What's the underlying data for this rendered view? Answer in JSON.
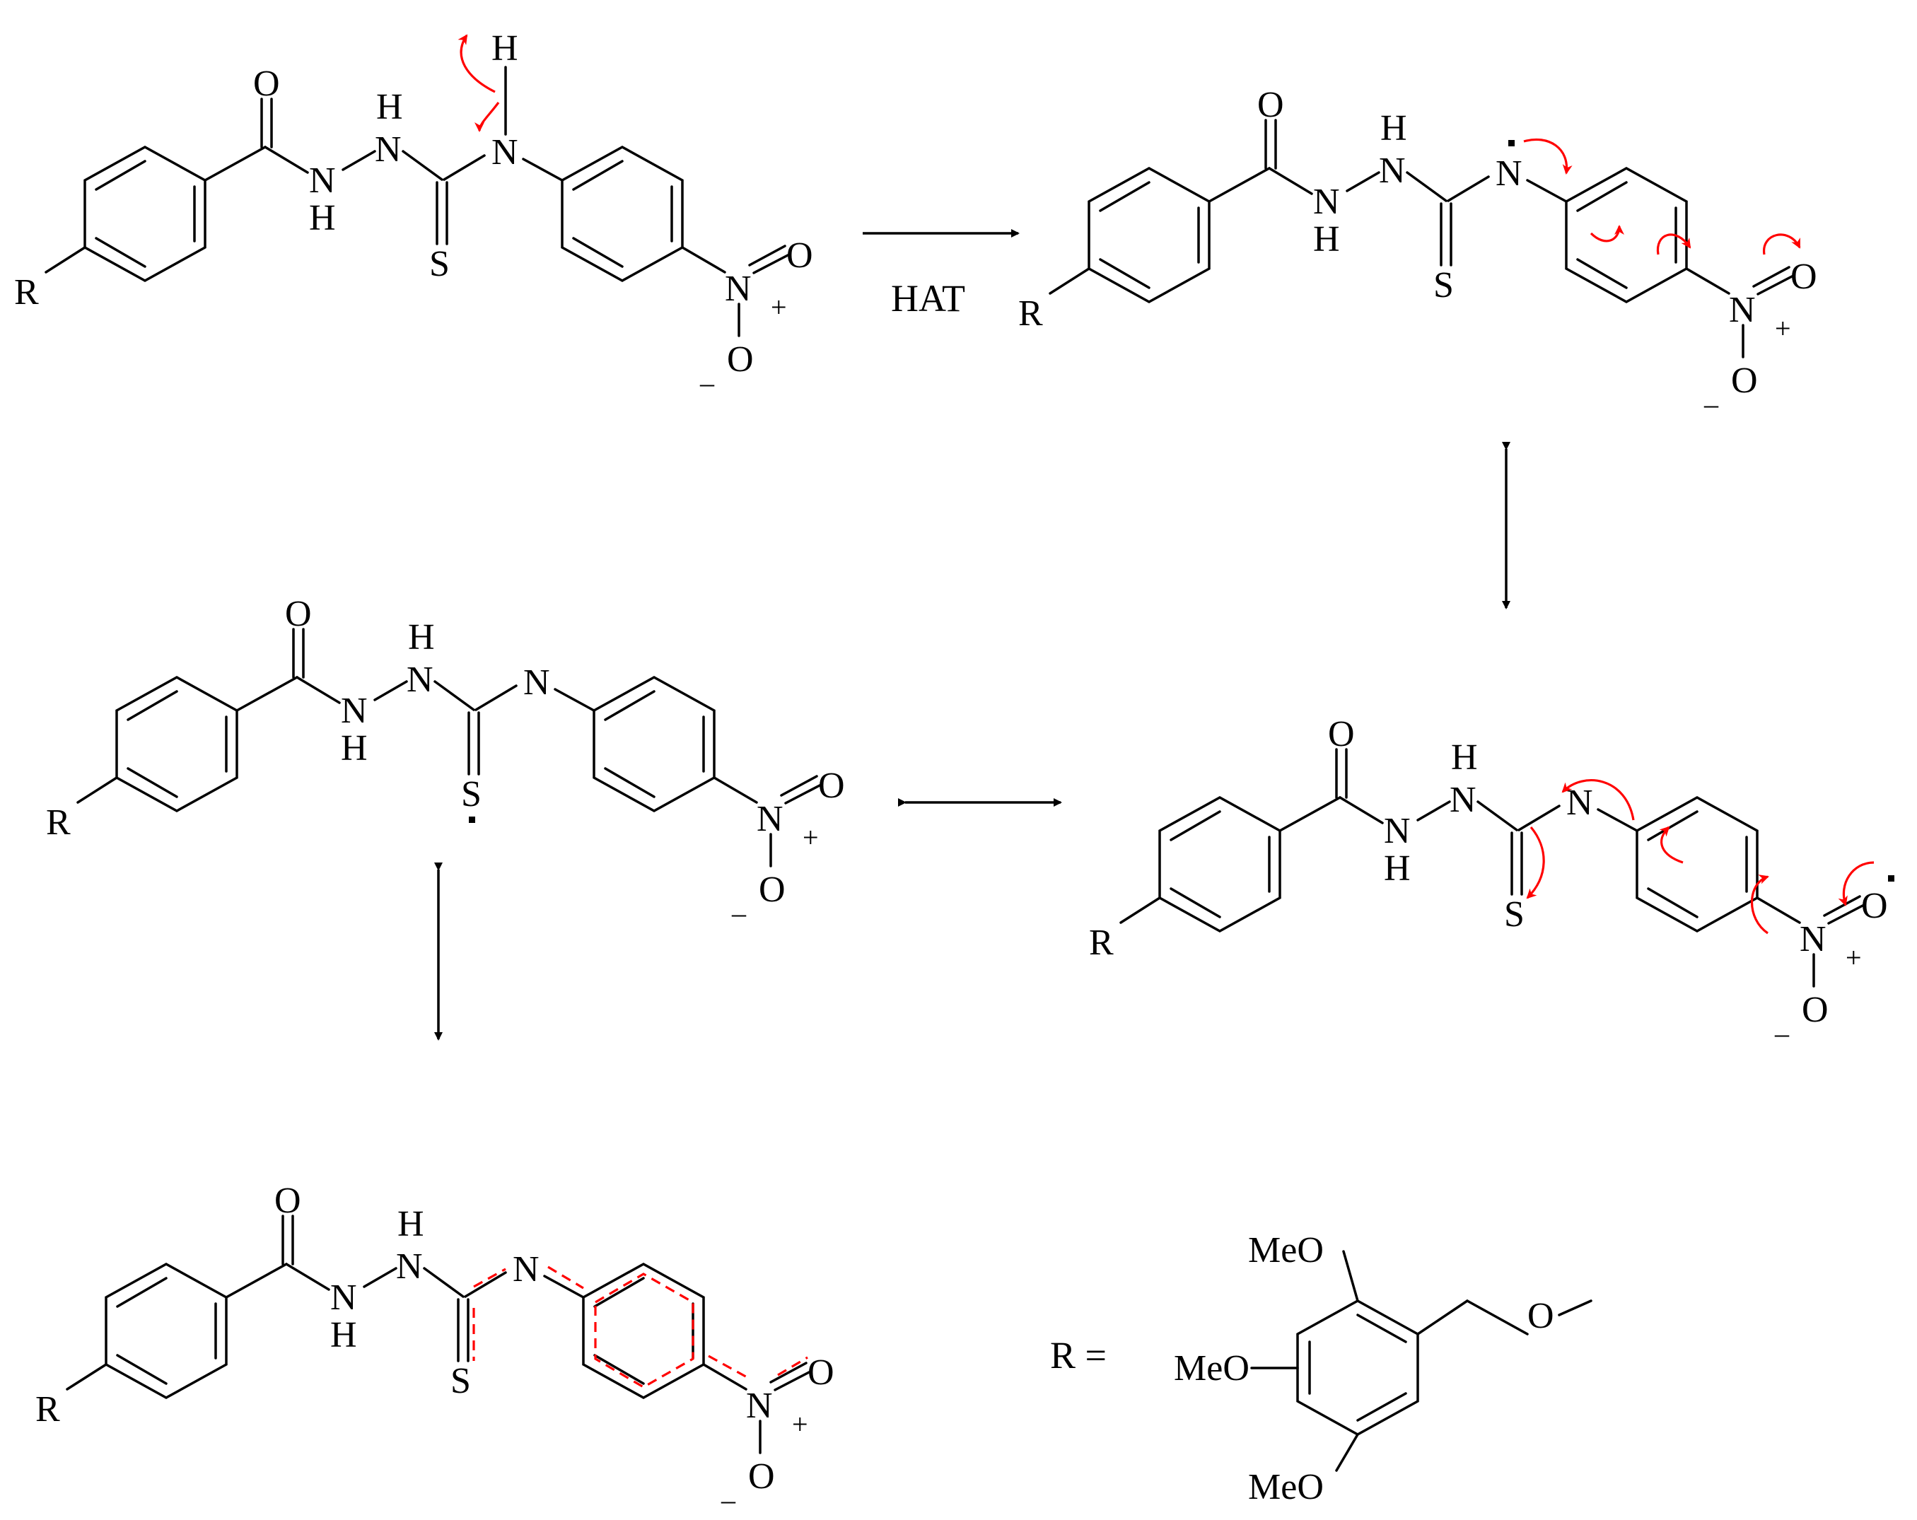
{
  "atoms": {
    "O": "O",
    "N": "N",
    "H": "H",
    "S": "S",
    "R": "R",
    "plus": "+",
    "minus": "–",
    "radical": "·"
  },
  "arrow_labels": {
    "hat": "HAT"
  },
  "r_group": {
    "label": "R =",
    "substituents": [
      "MeO",
      "MeO",
      "MeO"
    ]
  },
  "colors": {
    "mechanism_arrows": "#ff0000",
    "delocalization": "#ff0000",
    "bonds": "#000000"
  }
}
